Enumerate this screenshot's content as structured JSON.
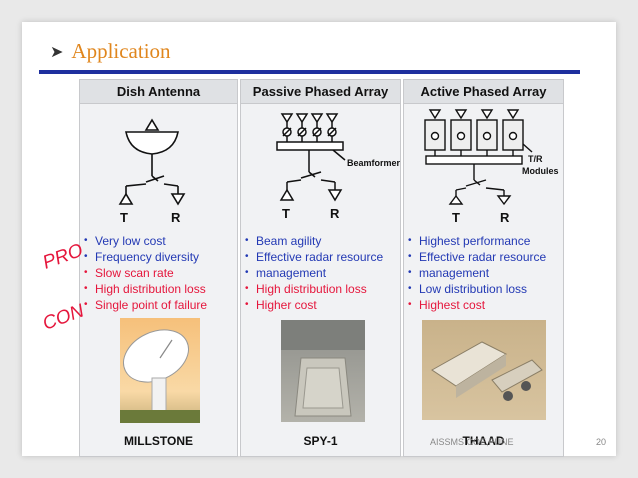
{
  "slide": {
    "title": "Application",
    "footer_text": "AISSMS COE,PUNE",
    "page_number": "20"
  },
  "side_labels": {
    "pro": "PRO",
    "con": "CON"
  },
  "columns": [
    {
      "header": "Dish Antenna",
      "labels": {
        "t": "T",
        "r": "R"
      },
      "pros": [
        "Very low cost",
        "Frequency diversity"
      ],
      "cons": [
        "Slow scan rate",
        "High distribution loss",
        "Single point of failure"
      ],
      "caption": "MILLSTONE"
    },
    {
      "header": "Passive Phased Array",
      "labels": {
        "t": "T",
        "r": "R",
        "beamformer": "Beamformer"
      },
      "pros": [
        "Beam agility",
        "Effective radar resource",
        "management"
      ],
      "cons": [
        "High distribution loss",
        "Higher cost"
      ],
      "caption": "SPY-1"
    },
    {
      "header": "Active Phased Array",
      "labels": {
        "t": "T",
        "r": "R",
        "tr": "T/R",
        "modules": "Modules"
      },
      "pros": [
        "Highest performance",
        "Effective radar resource",
        "management",
        "Low distribution loss"
      ],
      "cons": [
        "Highest cost"
      ],
      "caption": "THAAD"
    }
  ],
  "colors": {
    "accent": "#e0861d",
    "rule": "#1e2f9e",
    "pro": "#2339b4",
    "con": "#e5163c"
  }
}
